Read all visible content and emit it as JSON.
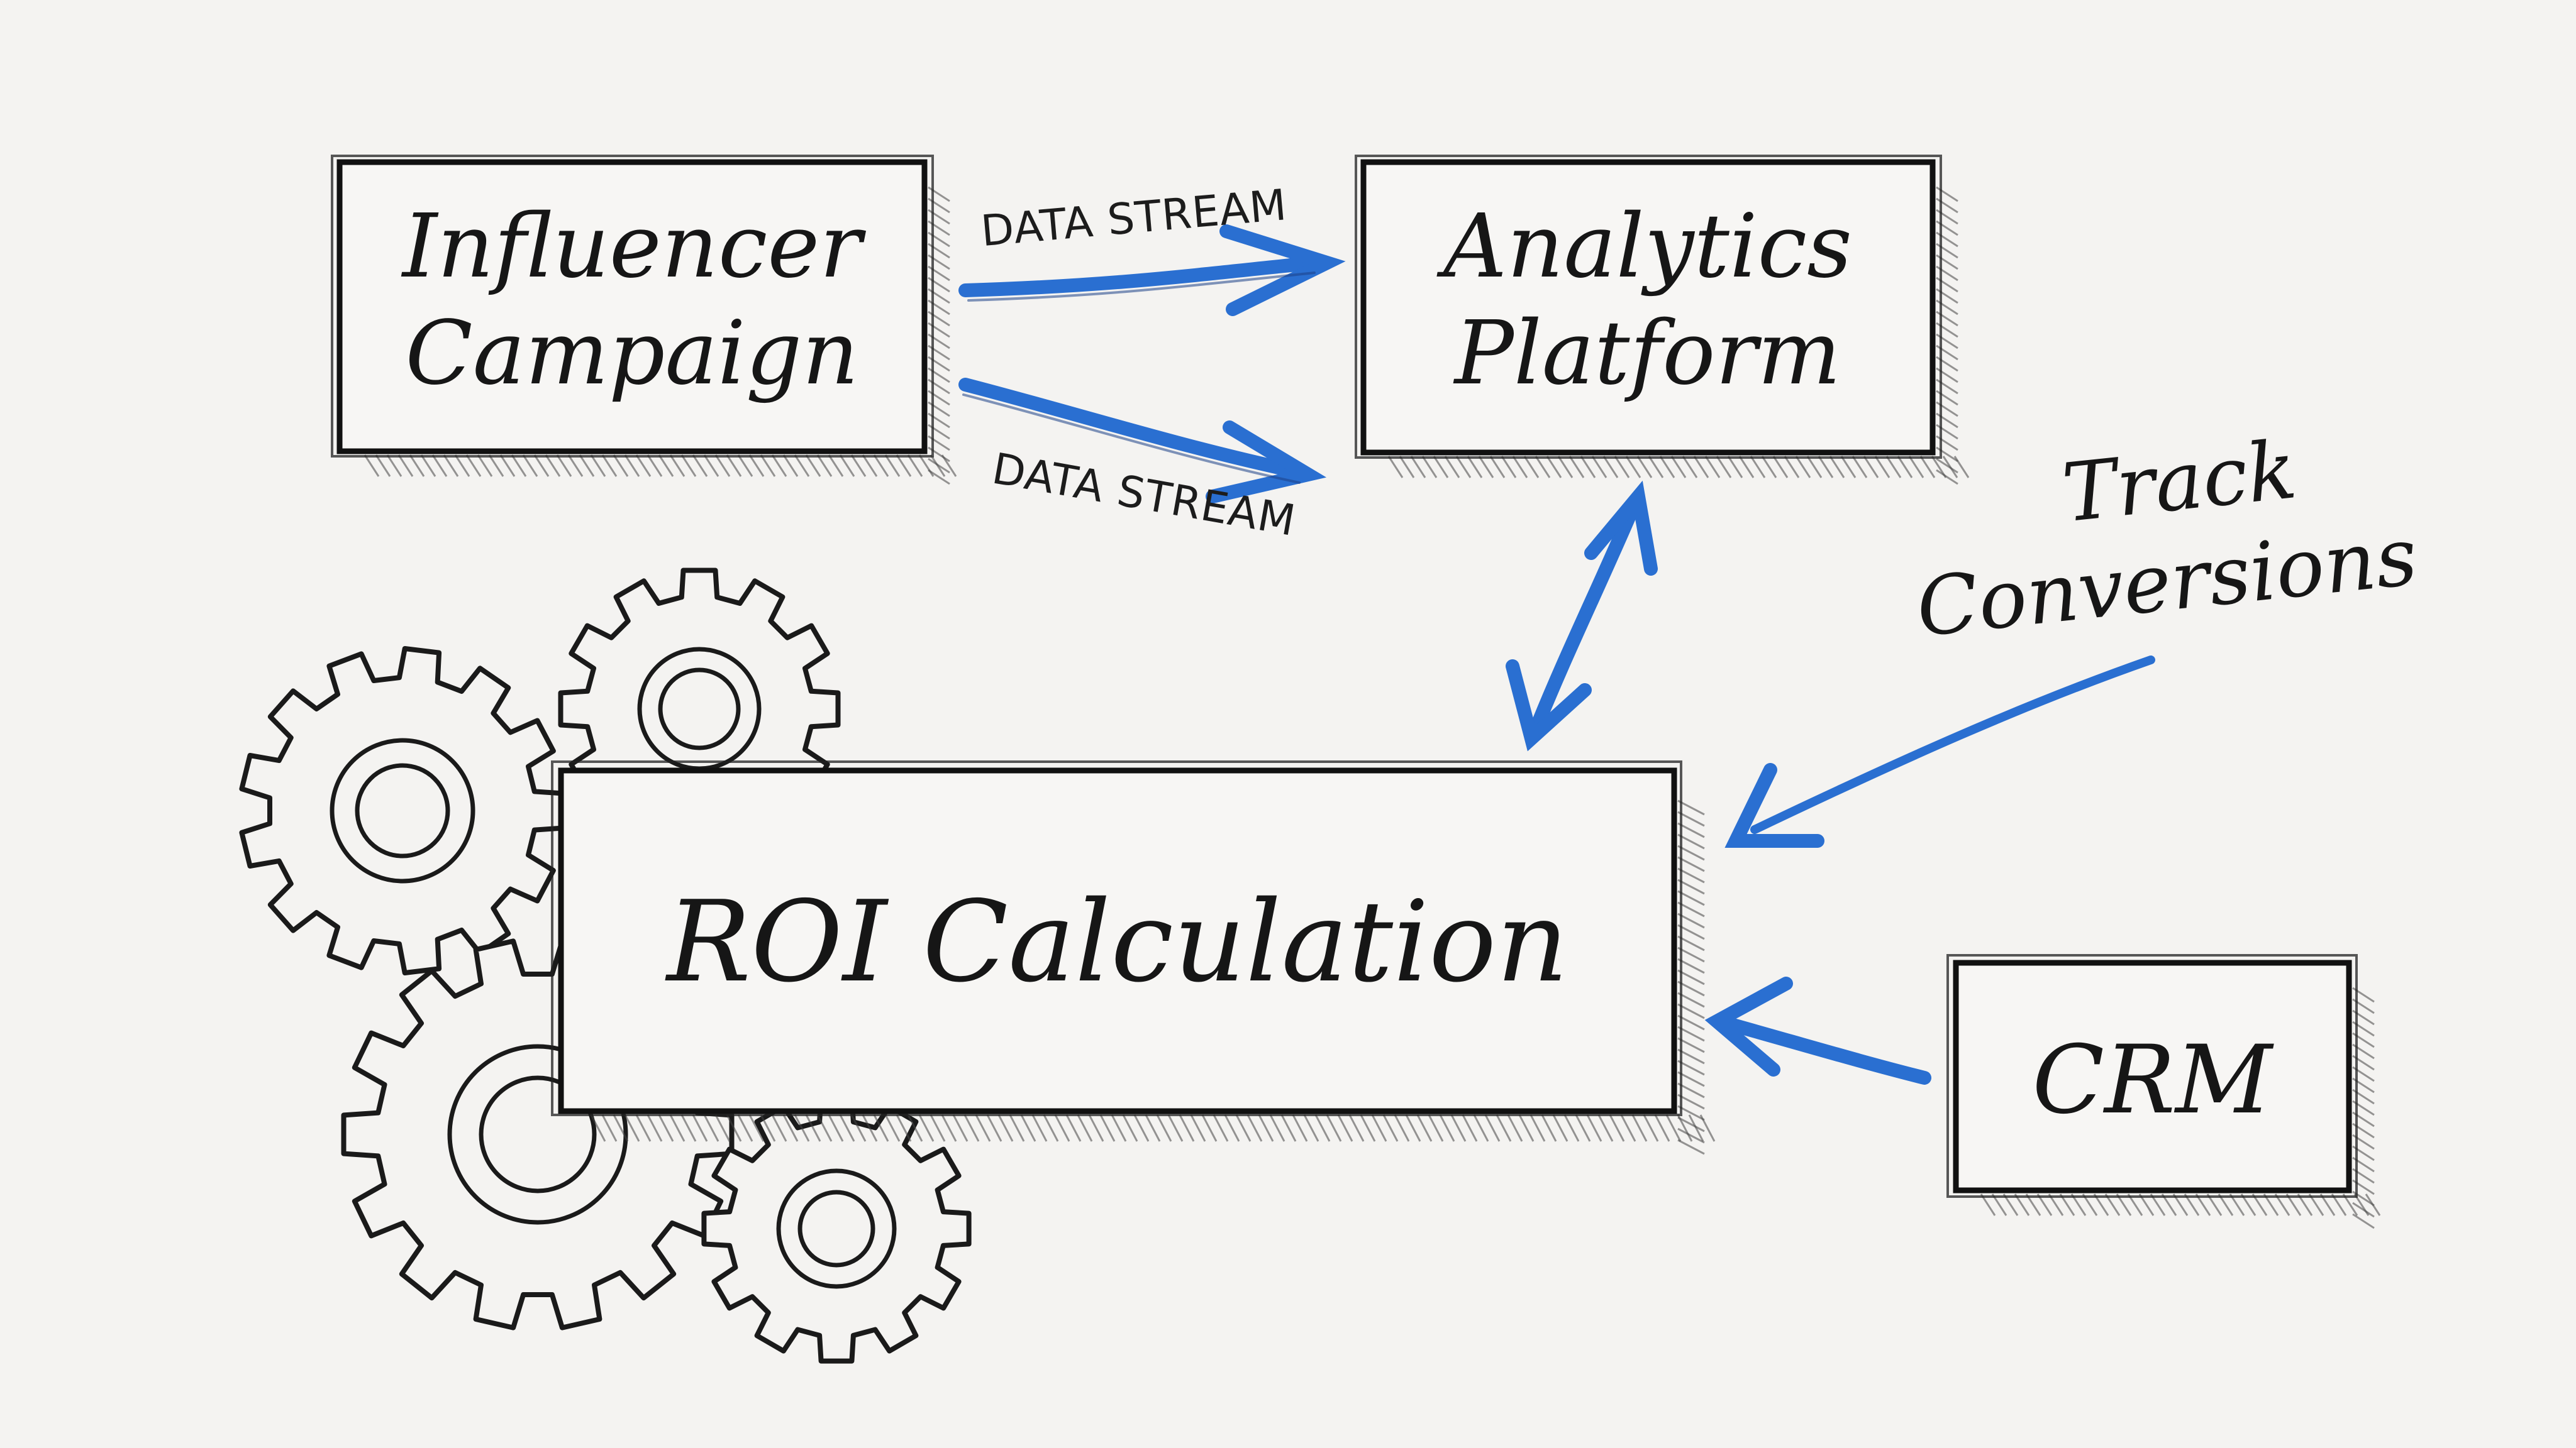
{
  "nodes": {
    "influencer_campaign": {
      "line1": "Influencer",
      "line2": "Campaign"
    },
    "analytics_platform": {
      "line1": "Analytics",
      "line2": "Platform"
    },
    "roi_calculation": {
      "label": "ROI Calculation"
    },
    "crm": {
      "label": "CRM"
    }
  },
  "edges": {
    "stream_top": {
      "label": "DATA STREAM"
    },
    "stream_bottom": {
      "label": "DATA STREAM"
    },
    "analytics_roi": {
      "label": ""
    },
    "crm_roi": {
      "label": ""
    },
    "track_conversions": {
      "line1": "Track",
      "line2": "Conversions"
    }
  },
  "colors": {
    "arrow": "#2a6fd1",
    "ink": "#161616",
    "paper": "#f4f3f1"
  },
  "decorations": [
    "gear-icon",
    "gear-icon",
    "gear-icon",
    "gear-icon"
  ]
}
